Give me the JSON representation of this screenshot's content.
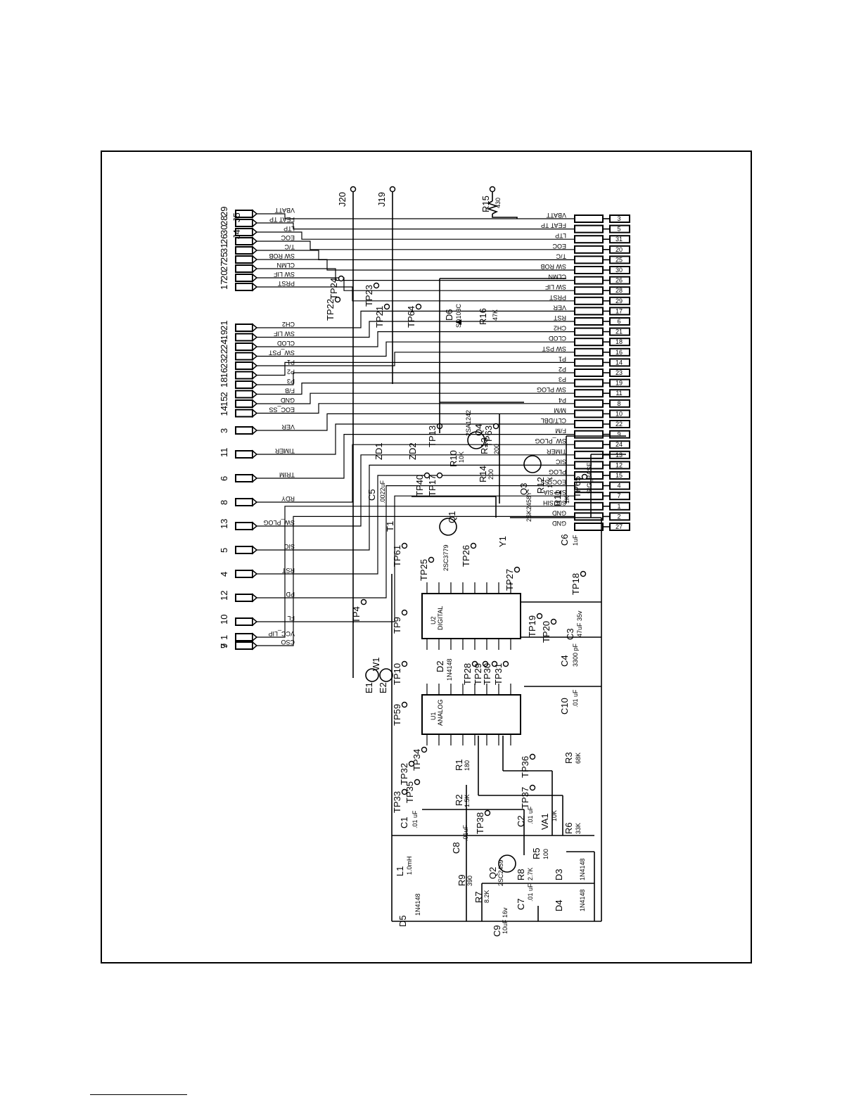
{
  "labels": {
    "j20": "J20",
    "j19": "J19",
    "j5": "J5",
    "j4": "J4",
    "r15": "R15",
    "r15_val": "430",
    "vbatt": "VBATT",
    "feat_tp": "FEAT TP",
    "u2": "U2",
    "u2_name": "DIGITAL",
    "u1": "U1",
    "u1_name": "ANALOG",
    "q1": "Q1",
    "q1_part": "2SC3779",
    "q2": "Q2",
    "q2_part": "2SC2459",
    "q3": "Q3",
    "q3_part": "2SK2458Y",
    "q4": "Q4",
    "q4_part": "2SA1242",
    "d6": "D6",
    "d6_part": "SD103C",
    "d2": "D2",
    "d2_part": "1N4148",
    "d3": "D3",
    "d3_part": "1N4148",
    "d4": "D4",
    "d4_part": "1N4148",
    "d5": "D5",
    "d5_part": "1N4148",
    "zd1": "ZD1",
    "zd2": "ZD2",
    "r1": "R1",
    "r1_val": "180",
    "r2": "R2",
    "r2_val": "1.5K",
    "r3": "R3",
    "r3_val": "68K",
    "r5": "R5",
    "r5_val": "100",
    "r6": "R6",
    "r6_val": "33K",
    "r7": "R7",
    "r7_val": "8.2K",
    "r8": "R8",
    "r8_val": "2.7K",
    "r9": "R9",
    "r9_val": "390",
    "r10": "R10",
    "r10_val": "10K",
    "r11": "R11",
    "r11_val": "1K",
    "r12": "R12",
    "r12_val": "10K",
    "r13": "R13",
    "r13_val": "200",
    "r14": "R14",
    "r14_val": "200",
    "r16": "R16",
    "r16_val": "47K",
    "va1": "VA1",
    "va1_val": "10K",
    "c1": "C1",
    "c1_val": ".01 uF",
    "c2": "C2",
    "c2_val": ".01 uF",
    "c3": "C3",
    "c3_val": "47uF 35v",
    "c4": "C4",
    "c4_val": "3300 pF",
    "c5": "C5",
    "c5_val": ".0022uF",
    "c6": "C6",
    "c6_val": "1uF",
    "c7": "C7",
    "c7_val": ".01 uF",
    "c8": "C8",
    "c8_val": ".01uF",
    "c9": "C9",
    "c9_val": "10uF 16v",
    "c10": "C10",
    "c10_val": ".01 uF",
    "l1": "L1",
    "l1_val": "1.0mH",
    "t1": "T1",
    "y1": "Y1",
    "e1": "E1",
    "e2": "E2",
    "w1": "W1",
    "tp65_name": "SIG_BASE"
  },
  "test_points": [
    "TP22",
    "TP23",
    "TP24",
    "TP21",
    "TP64",
    "TP63",
    "TP13",
    "TP17",
    "TP40",
    "TP61",
    "TP25",
    "TP26",
    "TP27",
    "TP18",
    "TP4",
    "TP9",
    "TP19",
    "TP20",
    "TP10",
    "TP28",
    "TP29",
    "TP30",
    "TP31",
    "TP59",
    "TP34",
    "TP32",
    "TP35",
    "TP33",
    "TP36",
    "TP37",
    "TP38",
    "TP65"
  ],
  "left_pin_numbers": [
    "29",
    "28",
    "30",
    "26",
    "31",
    "25",
    "27",
    "20",
    "17",
    "21",
    "19",
    "24",
    "22",
    "23",
    "16",
    "18",
    "2",
    "15",
    "14",
    "3",
    "11",
    "6",
    "8",
    "13",
    "5",
    "4",
    "12",
    "10",
    "1",
    "9",
    "7"
  ],
  "left_signals": [
    "VBATT",
    "FEAT TP",
    "LTP",
    "EOC",
    "T/C",
    "SW ROB",
    "CLMN",
    "SW LIF",
    "PRST",
    "CH2",
    "SW LIF",
    "CLOD",
    "SW_PST",
    "P1",
    "P2",
    "P3",
    "F/B",
    "GND",
    "EOC_SS",
    "VER",
    "TIMER",
    "TRIM",
    "RDY",
    "SW_PLOG",
    "SIC",
    "RST",
    "PD",
    "FL",
    "VCC_LIP",
    "CSO"
  ],
  "right_signals": [
    "VBATT",
    "FEAT TP",
    "LTP",
    "EOC",
    "T/C",
    "SW ROB",
    "CLMN",
    "SW LIF",
    "PRST",
    "VER",
    "RST",
    "CH2",
    "CLOD",
    "SW PST",
    "P1",
    "P2",
    "P3",
    "SW PLOG",
    "P4",
    "M/M",
    "CLT/DBL",
    "F/M",
    "SW_PLOG",
    "TIMER",
    "SIC",
    "PLOG",
    "EOC_SS",
    "SIG SIA",
    "SIG SIH",
    "GND",
    "GND"
  ],
  "right_pin_numbers": [
    "3",
    "5",
    "31",
    "20",
    "25",
    "30",
    "26",
    "28",
    "29",
    "17",
    "6",
    "21",
    "18",
    "16",
    "14",
    "23",
    "19",
    "11",
    "8",
    "10",
    "22",
    "9",
    "24",
    "13",
    "12",
    "15",
    "4",
    "7",
    "1",
    "2",
    "27"
  ]
}
